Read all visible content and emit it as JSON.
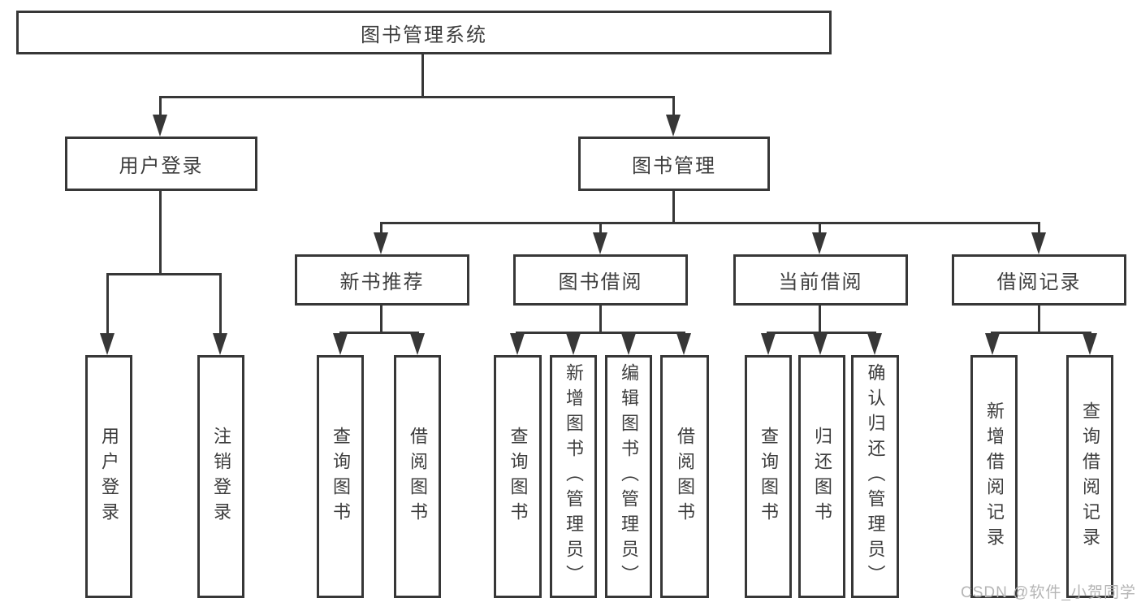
{
  "diagram_type": "hierarchy-tree",
  "tree": {
    "root": {
      "label": "图书管理系统",
      "children": {
        "user_login": {
          "label": "用户登录",
          "children": {
            "login": {
              "label": "用户登录"
            },
            "logout": {
              "label": "注销登录"
            }
          }
        },
        "book_management": {
          "label": "图书管理",
          "children": {
            "new_book_recommendation": {
              "label": "新书推荐",
              "children": {
                "query_book": {
                  "label": "查询图书"
                },
                "borrow_book": {
                  "label": "借阅图书"
                }
              }
            },
            "book_borrowing": {
              "label": "图书借阅",
              "children": {
                "query_book": {
                  "label": "查询图书"
                },
                "add_book_admin": {
                  "label": "新增图书（管理员）"
                },
                "edit_book_admin": {
                  "label": "编辑图书（管理员）"
                },
                "borrow_book": {
                  "label": "借阅图书"
                }
              }
            },
            "current_borrowing": {
              "label": "当前借阅",
              "children": {
                "query_book": {
                  "label": "查询图书"
                },
                "return_book": {
                  "label": "归还图书"
                },
                "confirm_return_admin": {
                  "label": "确认归还（管理员）"
                }
              }
            },
            "borrowing_records": {
              "label": "借阅记录",
              "children": {
                "add_borrow_record": {
                  "label": "新增借阅记录"
                },
                "query_borrow_record": {
                  "label": "查询借阅记录"
                }
              }
            }
          }
        }
      }
    }
  },
  "watermark": {
    "text": "CSDN @软件_小贺同学"
  },
  "colors": {
    "line": "#373737",
    "text": "#3d3d3d",
    "background": "#ffffff",
    "watermark": "#b5b5b5"
  }
}
